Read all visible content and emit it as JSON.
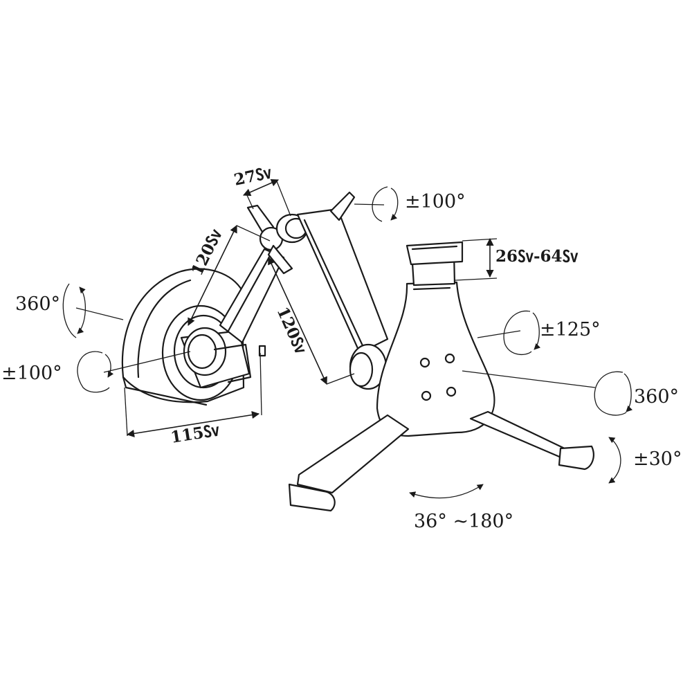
{
  "labels": {
    "dim_27": "27㏜",
    "dim_120_upper": "120㏜",
    "dim_120_lower": "120㏜",
    "dim_115": "115㏜",
    "dim_clamp": "26㏜-64㏜",
    "rot_top": "±100°",
    "rot_left_360": "360°",
    "rot_left_100": "±100°",
    "rot_125": "±125°",
    "rot_right_360": "360°",
    "rot_30": "±30°",
    "fold_range": "36° ~180°"
  },
  "colors": {
    "ink": "#1a1a1a",
    "paper": "#ffffff"
  }
}
